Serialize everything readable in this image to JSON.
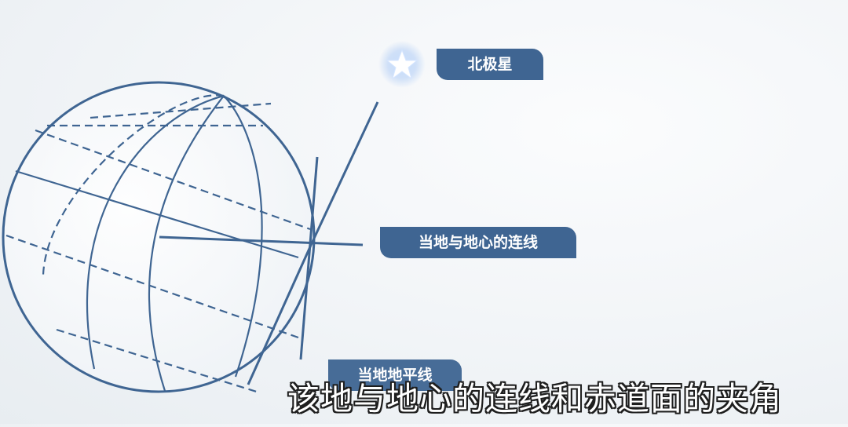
{
  "diagram": {
    "colors": {
      "line": "#3f6592",
      "label_bg": "#3f6592",
      "label_text": "#ffffff"
    },
    "labels": {
      "polaris": "北极星",
      "center_line": "当地与地心的连线",
      "horizon": "当地地平线"
    },
    "icons": {
      "star": "star-icon"
    }
  },
  "subtitle": "该地与地心的连线和赤道面的夹角"
}
